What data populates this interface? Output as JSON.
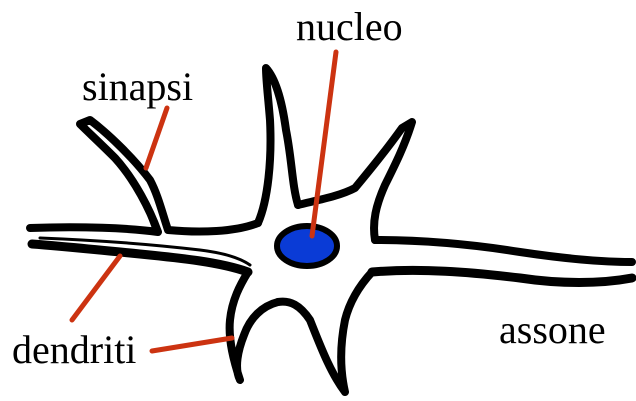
{
  "labels": {
    "nucleus": "nucleo",
    "synapse": "sinapsi",
    "dendrites": "dendriti",
    "axon": "assone"
  },
  "colors": {
    "background": "#ffffff",
    "outline": "#000000",
    "nucleus_fill": "#0a3bd6",
    "pointer_lines": "#cc3311"
  }
}
